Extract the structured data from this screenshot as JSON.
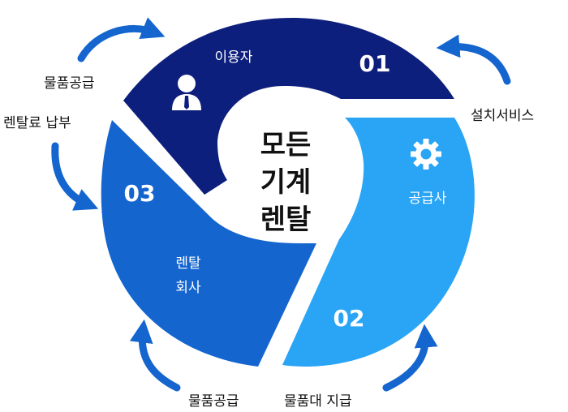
{
  "center": {
    "line1": "모든",
    "line2": "기계",
    "line3": "렌탈"
  },
  "segments": {
    "user": {
      "number": "01",
      "label": "이용자",
      "color": "#0d1f7c",
      "icon": "person-icon"
    },
    "supplier": {
      "number": "02",
      "label": "공급사",
      "color": "#2aa5f6",
      "icon": "gear-icon"
    },
    "rental": {
      "number": "03",
      "label_line1": "렌탈",
      "label_line2": "회사",
      "color": "#1565cf"
    }
  },
  "flows": {
    "top_left": "물품공급",
    "top_right": "설치서비스",
    "left": "렌탈료 납부",
    "bottom_left": "물품공급",
    "bottom_right": "물품대 지급"
  },
  "arrow_color": "#1565cf"
}
